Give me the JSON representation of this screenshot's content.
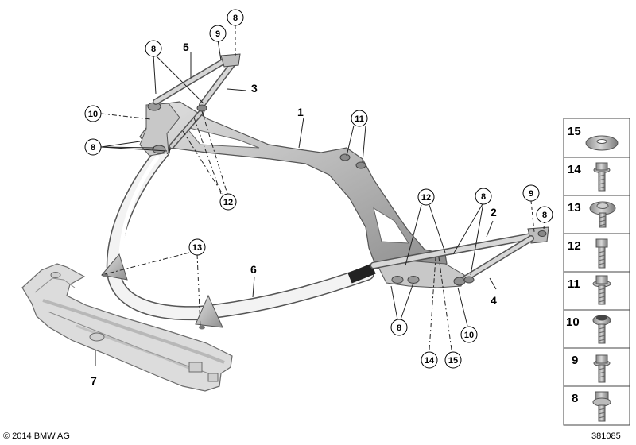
{
  "parts": [
    {
      "id": "p1",
      "label": "1"
    },
    {
      "id": "p2",
      "label": "2"
    },
    {
      "id": "p3",
      "label": "3"
    },
    {
      "id": "p4",
      "label": "4"
    },
    {
      "id": "p5",
      "label": "5"
    },
    {
      "id": "p6",
      "label": "6"
    },
    {
      "id": "p7",
      "label": "7"
    }
  ],
  "callouts": [
    {
      "id": "c8a",
      "label": "8"
    },
    {
      "id": "c9a",
      "label": "9"
    },
    {
      "id": "c8b",
      "label": "8"
    },
    {
      "id": "c10a",
      "label": "10"
    },
    {
      "id": "c8c",
      "label": "8"
    },
    {
      "id": "c12a",
      "label": "12"
    },
    {
      "id": "c11",
      "label": "11"
    },
    {
      "id": "c13",
      "label": "13"
    },
    {
      "id": "c12b",
      "label": "12"
    },
    {
      "id": "c8d",
      "label": "8"
    },
    {
      "id": "c9b",
      "label": "9"
    },
    {
      "id": "c8e",
      "label": "8"
    },
    {
      "id": "c8f",
      "label": "8"
    },
    {
      "id": "c10b",
      "label": "10"
    },
    {
      "id": "c14",
      "label": "14"
    },
    {
      "id": "c15",
      "label": "15"
    }
  ],
  "fasteners": [
    {
      "label": "15",
      "icon": "washer-icon"
    },
    {
      "label": "14",
      "icon": "flange-bolt-icon"
    },
    {
      "label": "13",
      "icon": "collar-bolt-icon"
    },
    {
      "label": "12",
      "icon": "hex-bolt-icon"
    },
    {
      "label": "11",
      "icon": "flange-bolt-icon"
    },
    {
      "label": "10",
      "icon": "torx-bolt-icon"
    },
    {
      "label": "9",
      "icon": "flange-bolt-icon"
    },
    {
      "label": "8",
      "icon": "collar-bolt-icon"
    }
  ],
  "copyright": "© 2014 BMW AG",
  "image_number": "381085"
}
